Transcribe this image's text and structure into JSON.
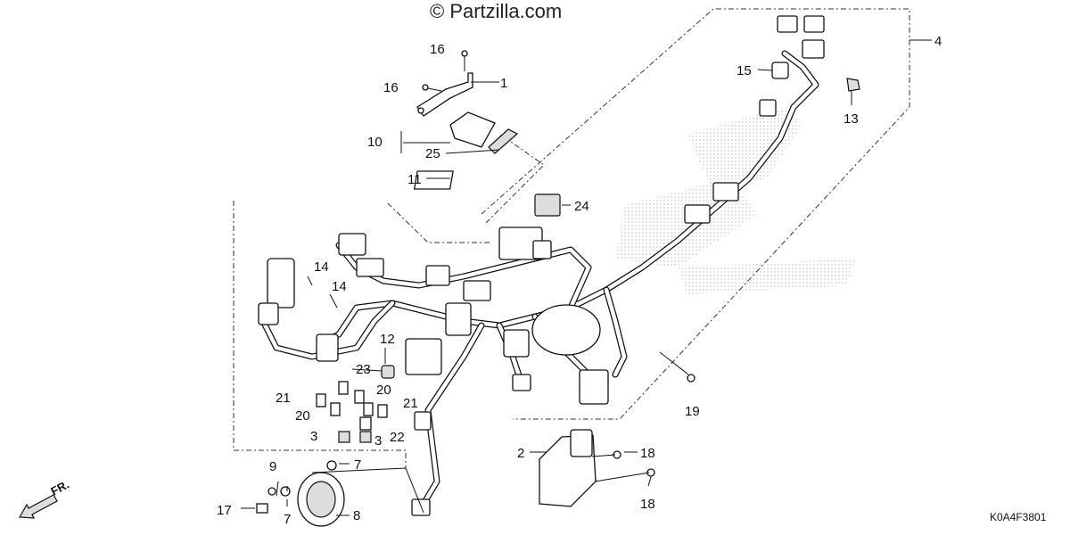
{
  "watermark": "© Partzilla.com",
  "diagram_code": "K0A4F3801",
  "front_arrow_label": "FR.",
  "callouts": {
    "c1": "1",
    "c2": "2",
    "c3a": "3",
    "c3b": "3",
    "c4": "4",
    "c7a": "7",
    "c7b": "7",
    "c8": "8",
    "c9": "9",
    "c10": "10",
    "c11": "11",
    "c12": "12",
    "c13": "13",
    "c14a": "14",
    "c14b": "14",
    "c15": "15",
    "c16a": "16",
    "c16b": "16",
    "c17": "17",
    "c18a": "18",
    "c18b": "18",
    "c19": "19",
    "c20a": "20",
    "c20b": "20",
    "c21a": "21",
    "c21b": "21",
    "c22": "22",
    "c23": "23",
    "c24": "24",
    "c25": "25"
  }
}
